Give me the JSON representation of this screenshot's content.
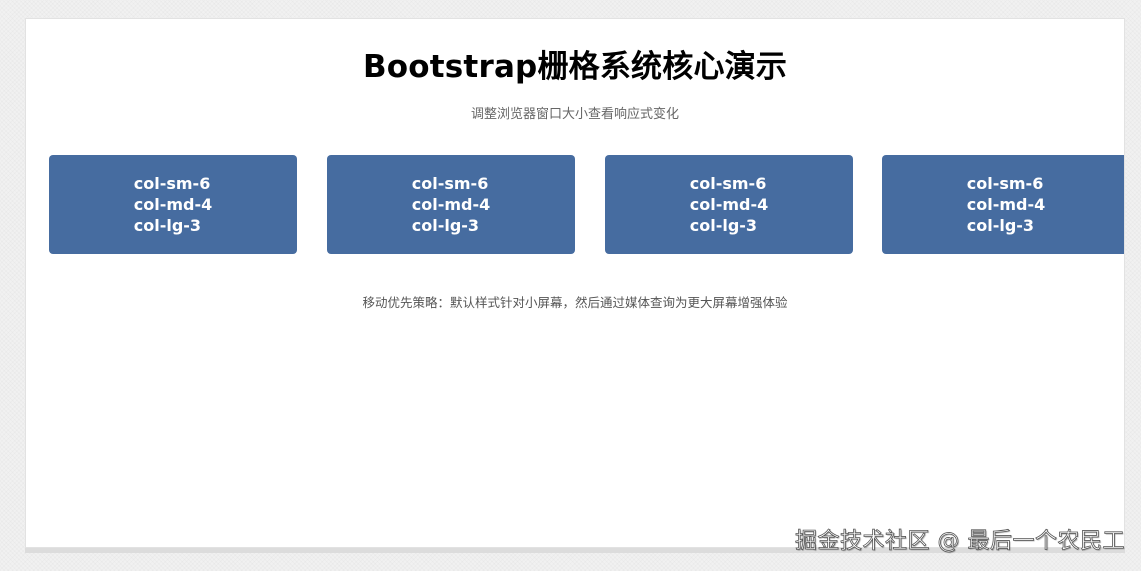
{
  "page": {
    "title": "Bootstrap栅格系统核心演示",
    "subtitle": "调整浏览器窗口大小查看响应式变化",
    "note": "移动优先策略：默认样式针对小屏幕，然后通过媒体查询为更大屏幕增强体验"
  },
  "grid": {
    "columns": [
      {
        "lines": [
          "col-sm-6",
          "col-md-4",
          "col-lg-3"
        ]
      },
      {
        "lines": [
          "col-sm-6",
          "col-md-4",
          "col-lg-3"
        ]
      },
      {
        "lines": [
          "col-sm-6",
          "col-md-4",
          "col-lg-3"
        ]
      },
      {
        "lines": [
          "col-sm-6",
          "col-md-4",
          "col-lg-3"
        ]
      }
    ],
    "column_color": "#466ca0",
    "text_color": "#ffffff"
  },
  "watermark": "掘金技术社区 @ 最后一个农民工"
}
